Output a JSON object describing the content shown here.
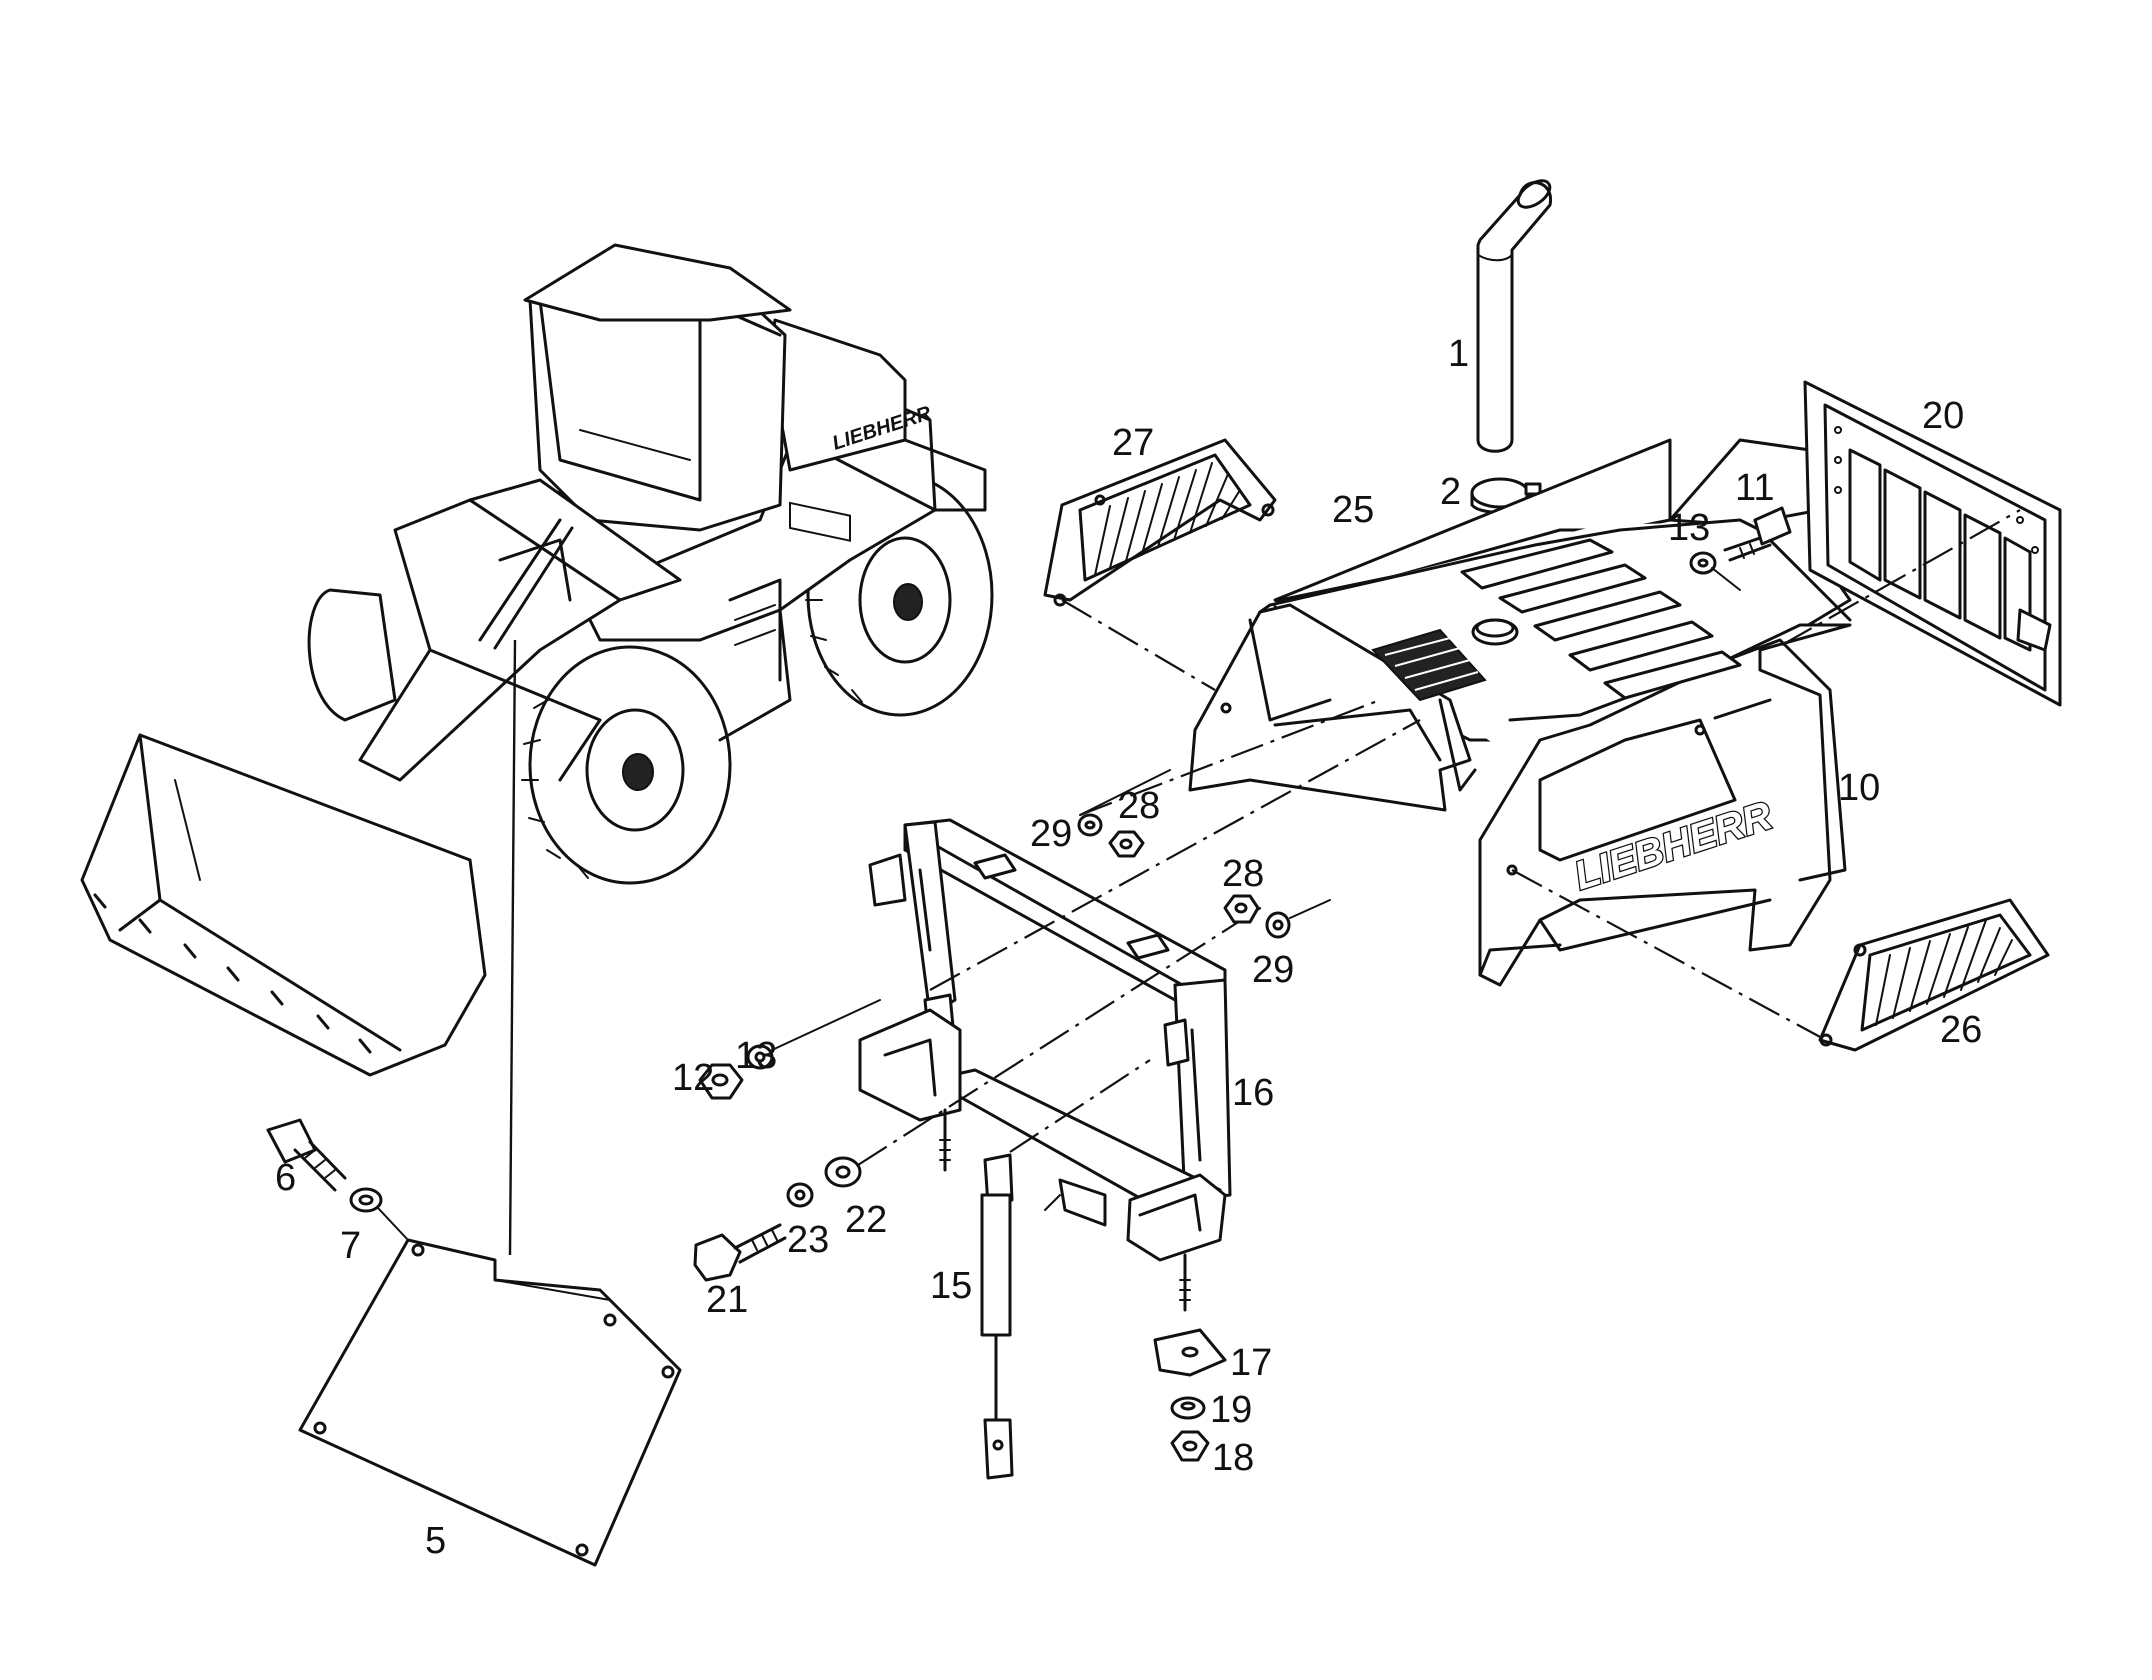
{
  "brand": {
    "hood_logo": "LIEBHERR",
    "machine_logo": "LIEBHERR"
  },
  "callouts": [
    {
      "id": "c1",
      "label": "1",
      "part": "exhaust-pipe"
    },
    {
      "id": "c2",
      "label": "2",
      "part": "pipe-clamp"
    },
    {
      "id": "c5",
      "label": "5",
      "part": "bottom-plate"
    },
    {
      "id": "c6",
      "label": "6",
      "part": "bolt"
    },
    {
      "id": "c7",
      "label": "7",
      "part": "washer"
    },
    {
      "id": "c10",
      "label": "10",
      "part": "engine-hood"
    },
    {
      "id": "c11",
      "label": "11",
      "part": "bolt"
    },
    {
      "id": "c12",
      "label": "12",
      "part": "nut"
    },
    {
      "id": "c13a",
      "label": "13",
      "part": "washer"
    },
    {
      "id": "c13b",
      "label": "13",
      "part": "washer"
    },
    {
      "id": "c15",
      "label": "15",
      "part": "gas-spring"
    },
    {
      "id": "c16",
      "label": "16",
      "part": "support-frame"
    },
    {
      "id": "c17",
      "label": "17",
      "part": "rubber-mount"
    },
    {
      "id": "c18",
      "label": "18",
      "part": "nut"
    },
    {
      "id": "c19",
      "label": "19",
      "part": "washer"
    },
    {
      "id": "c20",
      "label": "20",
      "part": "rear-grille"
    },
    {
      "id": "c21",
      "label": "21",
      "part": "bolt"
    },
    {
      "id": "c22",
      "label": "22",
      "part": "washer"
    },
    {
      "id": "c23",
      "label": "23",
      "part": "washer"
    },
    {
      "id": "c25",
      "label": "25",
      "part": "hood-top"
    },
    {
      "id": "c26",
      "label": "26",
      "part": "side-grille-right"
    },
    {
      "id": "c27",
      "label": "27",
      "part": "side-grille-left"
    },
    {
      "id": "c28a",
      "label": "28",
      "part": "nut"
    },
    {
      "id": "c28b",
      "label": "28",
      "part": "nut"
    },
    {
      "id": "c29a",
      "label": "29",
      "part": "washer"
    },
    {
      "id": "c29b",
      "label": "29",
      "part": "washer"
    }
  ]
}
